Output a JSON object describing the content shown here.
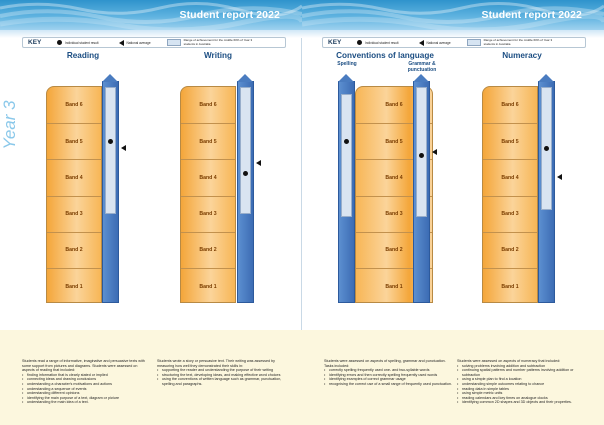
{
  "report_title": "Student report 2022",
  "year": "Year 3",
  "key": {
    "label": "KEY",
    "individual": "Individual student result",
    "national": "National average",
    "range": "Range of achievement for the middle 60% of Year 3 students in Australia"
  },
  "bands": [
    "Band 6",
    "Band 5",
    "Band 4",
    "Band 3",
    "Band 2",
    "Band 1"
  ],
  "domains": {
    "reading": {
      "title": "Reading",
      "range_band": [
        3.0,
        6.5
      ],
      "student_band": 5.0,
      "national_band": 4.8,
      "description": "Students read a range of informative, imaginative and persuasive texts with some support from pictures and diagrams. Students were assessed on aspects of reading that included:",
      "items": [
        "finding information that is clearly stated or implied",
        "connecting ideas and drawing conclusions",
        "understanding a character's motivations and actions",
        "understanding a sequence of events",
        "understanding different opinions",
        "identifying the main purpose of a text, diagram or picture",
        "understanding the main idea of a text."
      ]
    },
    "writing": {
      "title": "Writing",
      "range_band": [
        3.0,
        6.5
      ],
      "student_band": 4.1,
      "national_band": 4.4,
      "description": "Students wrote a story or persuasive text. Their writing was assessed by measuring how well they demonstrated their skills in:",
      "items": [
        "supporting the reader and understanding the purpose of their writing",
        "structuring the text, developing ideas, and making effective word choices",
        "using the conventions of written language such as grammar, punctuation, spelling and paragraphs."
      ]
    },
    "spelling": {
      "title": "Spelling",
      "range_band": [
        2.9,
        6.3
      ],
      "student_band": 5.0,
      "national_band": null
    },
    "grammar": {
      "title": "Grammar & punctuation",
      "range_band": [
        2.9,
        6.5
      ],
      "student_band": 4.6,
      "national_band": 4.7
    },
    "conventions": {
      "title": "Conventions of language",
      "description": "Students were assessed on aspects of spelling, grammar and punctuation. Tasks included:",
      "items": [
        "correctly spelling frequently used one- and two-syllable words",
        "identifying errors and then correctly spelling frequently used words",
        "identifying examples of correct grammar usage",
        "recognising the correct use of a small range of frequently used punctuation."
      ]
    },
    "numeracy": {
      "title": "Numeracy",
      "range_band": [
        3.1,
        6.5
      ],
      "student_band": 4.8,
      "national_band": 4.0,
      "description": "Students were assessed on aspects of numeracy that included:",
      "items": [
        "solving problems involving addition and subtraction",
        "continuing spatial patterns and number patterns involving addition or subtraction",
        "using a simple plan to find a location",
        "understanding simple outcomes relating to chance",
        "reading data in simple tables",
        "using simple metric units",
        "reading calendars and key times on analogue clocks",
        "identifying common 2D shapes and 3D objects and their properties."
      ]
    }
  }
}
